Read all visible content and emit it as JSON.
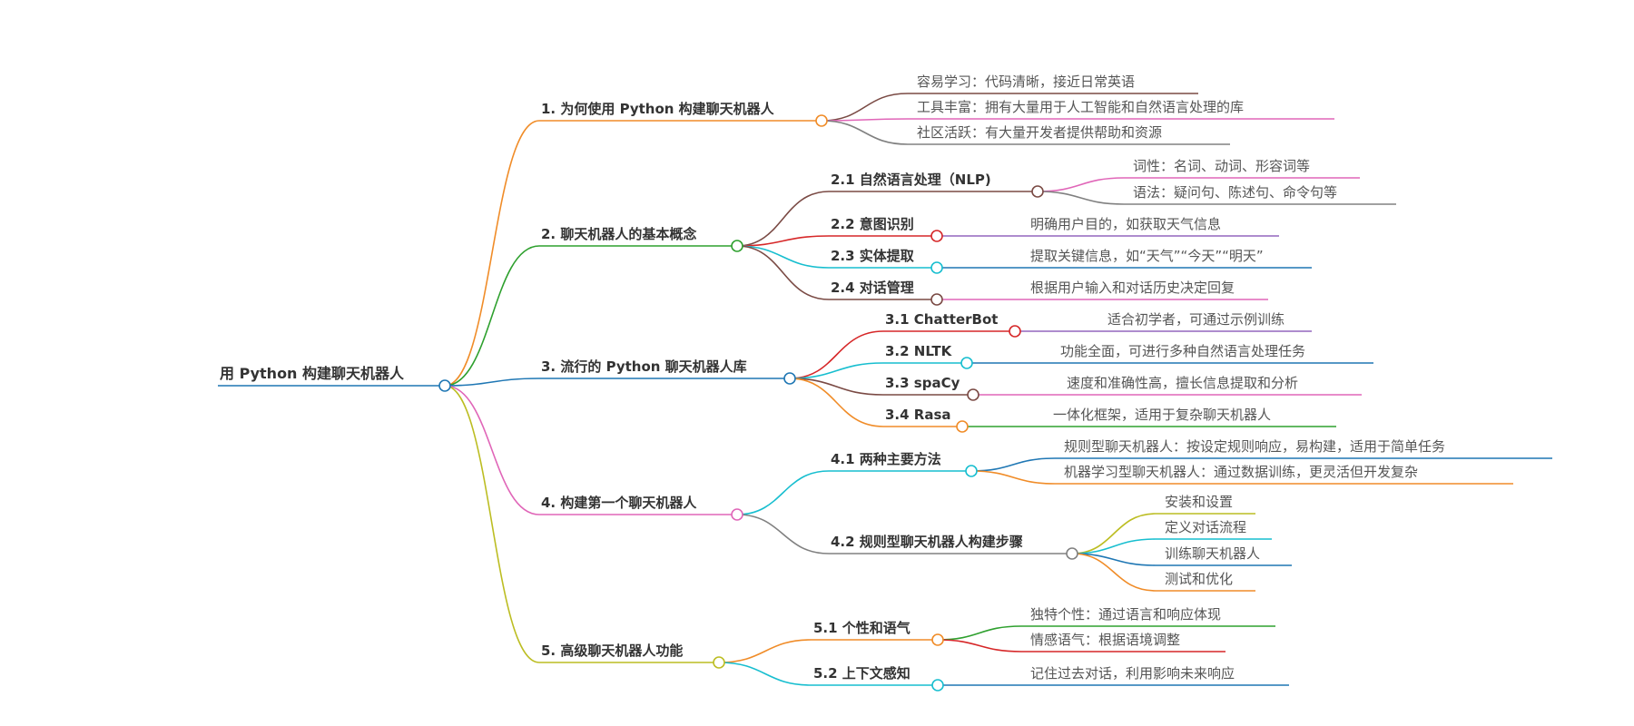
{
  "mindmap": {
    "root": "用 Python 构建聊天机器人",
    "sections": [
      {
        "label": "1. 为何使用 Python 构建聊天机器人",
        "color": "#f08c28",
        "children": [
          {
            "label": "容易学习：代码清晰，接近日常英语",
            "color": "#7a4a44"
          },
          {
            "label": "工具丰富：拥有大量用于人工智能和自然语言处理的库",
            "color": "#e066b8"
          },
          {
            "label": "社区活跃：有大量开发者提供帮助和资源",
            "color": "#808080"
          }
        ]
      },
      {
        "label": "2. 聊天机器人的基本概念",
        "color": "#2ea02e",
        "children": [
          {
            "label": "2.1 自然语言处理（NLP)",
            "color": "#7a4a44",
            "children": [
              {
                "label": "词性：名词、动词、形容词等",
                "color": "#e066b8"
              },
              {
                "label": "语法：疑问句、陈述句、命令句等",
                "color": "#808080"
              }
            ]
          },
          {
            "label": "2.2 意图识别",
            "color": "#d62728",
            "children": [
              {
                "label": "明确用户目的，如获取天气信息",
                "color": "#9467bd"
              }
            ]
          },
          {
            "label": "2.3 实体提取",
            "color": "#17becf",
            "children": [
              {
                "label": "提取关键信息，如“天气”“今天”“明天”",
                "color": "#1f77b4"
              }
            ]
          },
          {
            "label": "2.4 对话管理",
            "color": "#7a4a44",
            "children": [
              {
                "label": "根据用户输入和对话历史决定回复",
                "color": "#e066b8"
              }
            ]
          }
        ]
      },
      {
        "label": "3. 流行的 Python 聊天机器人库",
        "color": "#1f77b4",
        "children": [
          {
            "label": "3.1 ChatterBot",
            "color": "#d62728",
            "children": [
              {
                "label": "适合初学者，可通过示例训练",
                "color": "#9467bd"
              }
            ]
          },
          {
            "label": "3.2 NLTK",
            "color": "#17becf",
            "children": [
              {
                "label": "功能全面，可进行多种自然语言处理任务",
                "color": "#1f77b4"
              }
            ]
          },
          {
            "label": "3.3 spaCy",
            "color": "#7a4a44",
            "children": [
              {
                "label": "速度和准确性高，擅长信息提取和分析",
                "color": "#e066b8"
              }
            ]
          },
          {
            "label": "3.4 Rasa",
            "color": "#f08c28",
            "children": [
              {
                "label": "一体化框架，适用于复杂聊天机器人",
                "color": "#2ea02e"
              }
            ]
          }
        ]
      },
      {
        "label": "4. 构建第一个聊天机器人",
        "color": "#e066b8",
        "children": [
          {
            "label": "4.1 两种主要方法",
            "color": "#17becf",
            "children": [
              {
                "label": "规则型聊天机器人：按设定规则响应，易构建，适用于简单任务",
                "color": "#1f77b4"
              },
              {
                "label": "机器学习型聊天机器人：通过数据训练，更灵活但开发复杂",
                "color": "#f08c28"
              }
            ]
          },
          {
            "label": "4.2 规则型聊天机器人构建步骤",
            "color": "#808080",
            "children": [
              {
                "label": "安装和设置",
                "color": "#bcbd22"
              },
              {
                "label": "定义对话流程",
                "color": "#17becf"
              },
              {
                "label": "训练聊天机器人",
                "color": "#1f77b4"
              },
              {
                "label": "测试和优化",
                "color": "#f08c28"
              }
            ]
          }
        ]
      },
      {
        "label": "5. 高级聊天机器人功能",
        "color": "#bcbd22",
        "children": [
          {
            "label": "5.1 个性和语气",
            "color": "#f08c28",
            "children": [
              {
                "label": "独特个性：通过语言和响应体现",
                "color": "#2ea02e"
              },
              {
                "label": "情感语气：根据语境调整",
                "color": "#d62728"
              }
            ]
          },
          {
            "label": "5.2 上下文感知",
            "color": "#17becf",
            "children": [
              {
                "label": "记住过去对话，利用影响未来响应",
                "color": "#1f77b4"
              }
            ]
          }
        ]
      }
    ],
    "root_color": "#1f77b4"
  }
}
